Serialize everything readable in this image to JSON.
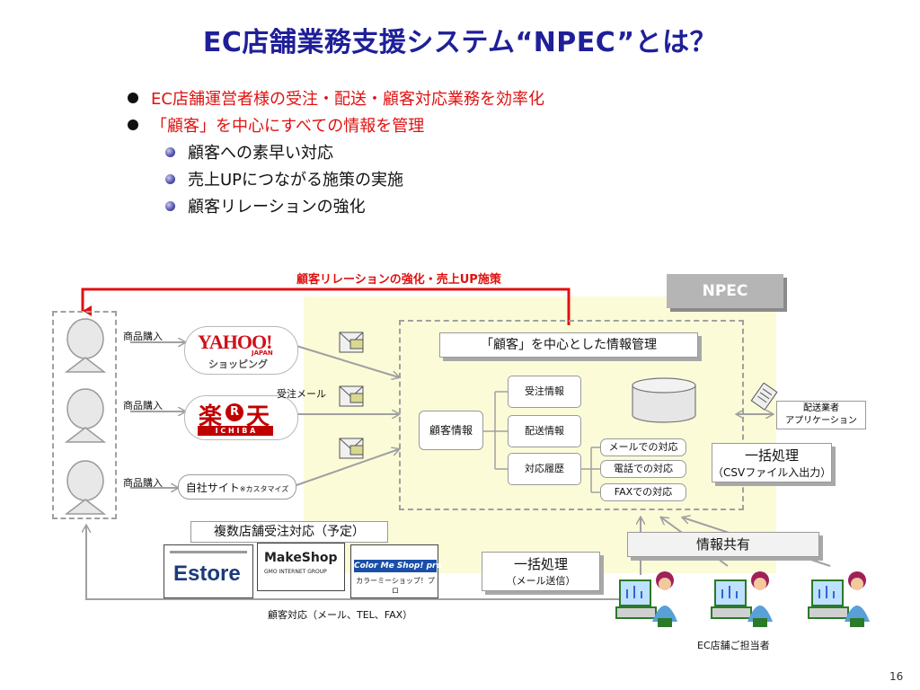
{
  "title": "EC店舗業務支援システム“NPEC”とは？",
  "bullets": [
    "EC店舗運営者様の受注・配送・顧客対応業務を効率化",
    "「顧客」を中心にすべての情報を管理"
  ],
  "sub_bullets": [
    "顧客への素早い対応",
    "売上UPにつながる施策の実施",
    "顧客リレーションの強化"
  ],
  "diagram": {
    "red_label": "顧客リレーションの強化・売上UP施策",
    "npec_label": "NPEC",
    "purchase_labels": [
      "商品購入",
      "商品購入",
      "商品購入"
    ],
    "yahoo_logo": "YAHOO!",
    "yahoo_japan": "JAPAN",
    "yahoo_shopping": "ショッピング",
    "rakuten_kanji_1": "楽",
    "rakuten_r": "R",
    "rakuten_kanji_2": "天",
    "rakuten_ichiba": "I C H I B A",
    "own_site": "自社サイト",
    "own_site_note": "※カスタマイズ",
    "order_mail": "受注メール",
    "central_header": "「顧客」を中心とした情報管理",
    "customer_info": "顧客情報",
    "order_info": "受注情報",
    "delivery_info": "配送情報",
    "history": "対応履歴",
    "mail_response": "メールでの対応",
    "phone_response": "電話での対応",
    "fax_response": "FAXでの対応",
    "delivery_app_line1": "配送業者",
    "delivery_app_line2": "アプリケーション",
    "batch_csv_title": "一括処理",
    "batch_csv_sub": "（CSVファイル入出力）",
    "multi_store": "複数店舗受注対応（予定）",
    "estore": "Estore",
    "makeshop": "MakeShop",
    "makeshop_sub": "GMO INTERNET GROUP",
    "colorme": "Color Me Shop! pro",
    "colorme_sub": "カラーミーショップ！プロ",
    "batch_mail_title": "一括処理",
    "batch_mail_sub": "（メール送信）",
    "info_share": "情報共有",
    "customer_response": "顧客対応（メール、TEL、FAX）",
    "staff_label": "EC店舗ご担当者"
  },
  "page_number": "16",
  "colors": {
    "title": "#1f1f99",
    "red": "#e01010",
    "yellow_bg": "#fbfbd8",
    "gray_box": "#b5b5b5"
  }
}
